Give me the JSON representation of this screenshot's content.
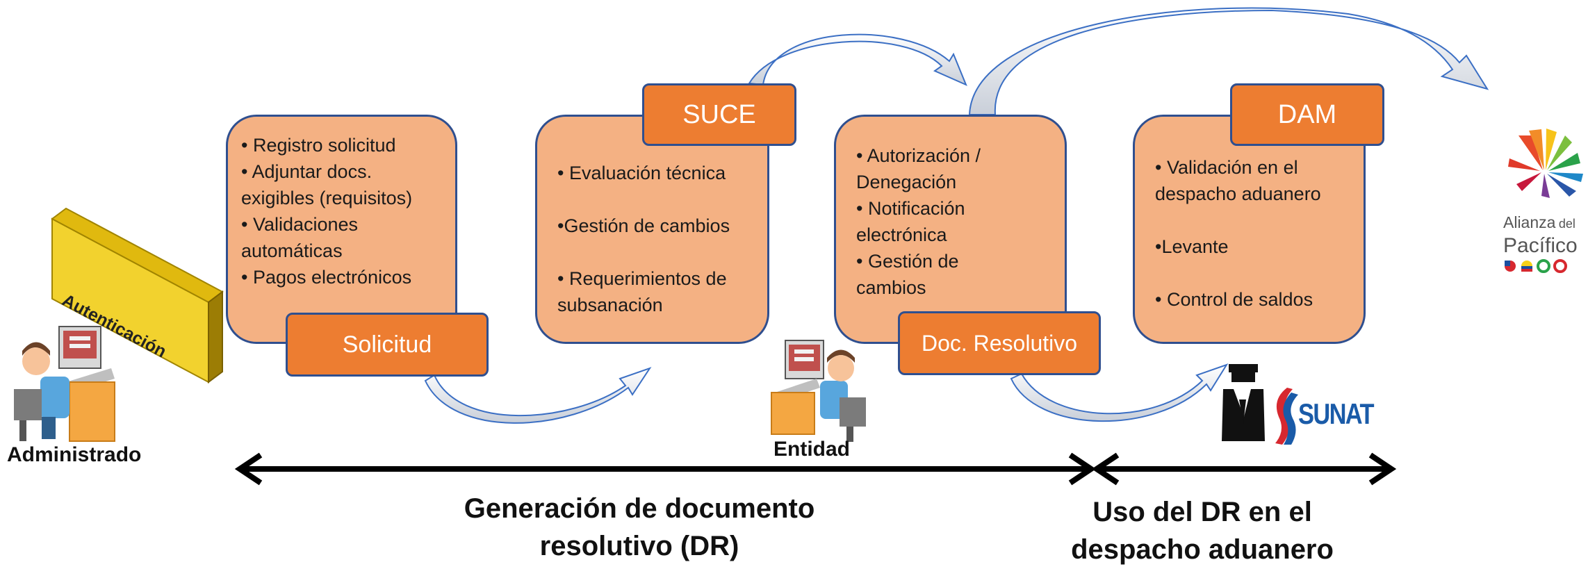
{
  "boxes": [
    {
      "id": "solicitud",
      "lines": [
        "• Registro solicitud",
        "• Adjuntar  docs.",
        "exigibles (requisitos)",
        "• Validaciones",
        "automáticas",
        "• Pagos electrónicos"
      ],
      "tag": "Solicitud"
    },
    {
      "id": "suce",
      "lines": [
        "• Evaluación técnica",
        "",
        "•Gestión de cambios",
        "",
        "• Requerimientos de",
        "subsanación"
      ],
      "tag": "SUCE"
    },
    {
      "id": "resolutivo",
      "lines": [
        "• Autorización /",
        "Denegación",
        "• Notificación",
        "electrónica",
        "• Gestión de",
        "cambios"
      ],
      "tag": "Doc. Resolutivo"
    },
    {
      "id": "dam",
      "lines": [
        "• Validación en el",
        "despacho aduanero",
        "",
        "•Levante",
        "",
        "• Control de saldos"
      ],
      "tag": "DAM"
    }
  ],
  "auth_label": "Autenticación",
  "actors": {
    "administrado": "Administrado",
    "entidad": "Entidad",
    "sunat": "SUNAT"
  },
  "logo": {
    "line1": "Alianza",
    "line1b": "del",
    "line2": "Pacífico"
  },
  "phases": {
    "left": [
      "Generación de documento",
      "resolutivo (DR)"
    ],
    "right": [
      "Uso del DR en el",
      "despacho aduanero"
    ]
  },
  "colors": {
    "box_fill": "#f4b183",
    "tag_fill": "#ed7d31",
    "outline": "#2f4f8f",
    "auth_gold": "#e8c21a",
    "sunat_blue": "#1a5ba8",
    "sunat_red": "#d7282f"
  }
}
